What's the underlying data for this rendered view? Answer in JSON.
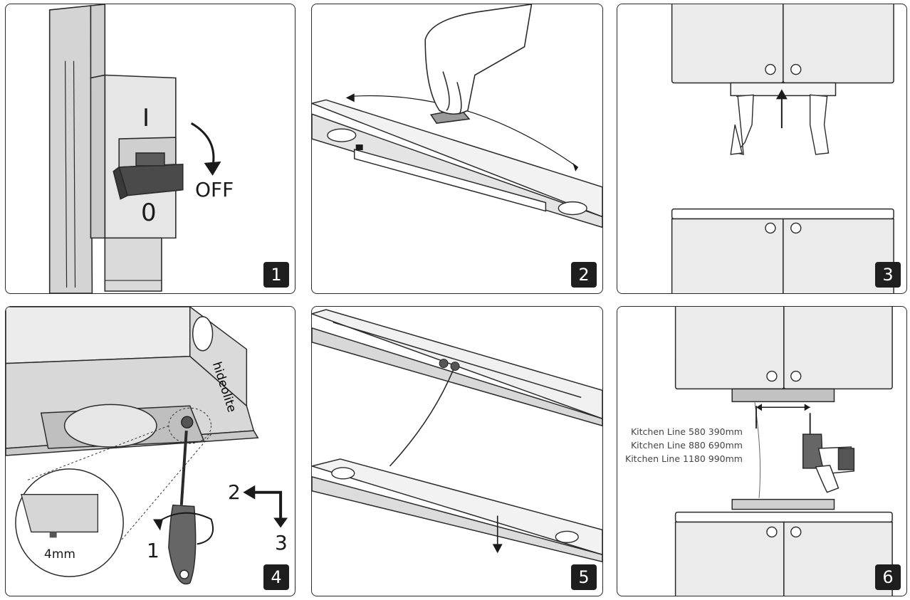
{
  "steps": [
    {
      "number": "1",
      "labels": {
        "on": "I",
        "off_position": "0",
        "action": "OFF"
      }
    },
    {
      "number": "2"
    },
    {
      "number": "3"
    },
    {
      "number": "4",
      "labels": {
        "gap": "4mm",
        "step1": "1",
        "step2": "2",
        "step3": "3"
      }
    },
    {
      "number": "5"
    },
    {
      "number": "6",
      "labels": {
        "spec_lines": [
          "Kitchen Line 580 390mm",
          "Kitchen Line 880 690mm",
          "Kitchen Line 1180 990mm"
        ]
      }
    }
  ],
  "brand_text": "hideolite"
}
